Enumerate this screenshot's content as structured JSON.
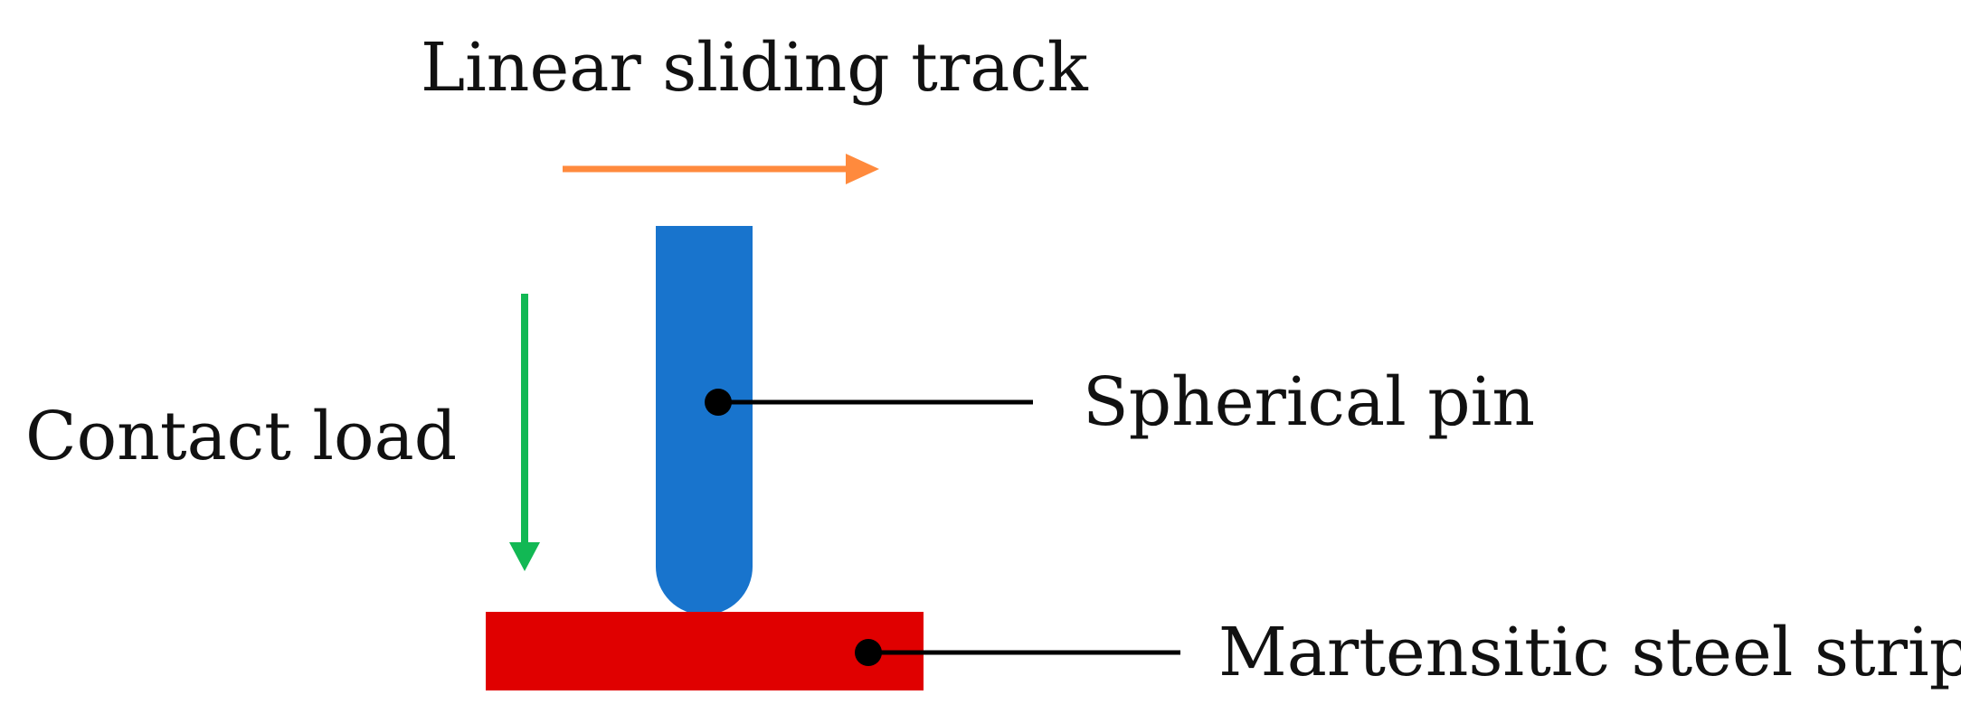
{
  "labels": {
    "sliding_track": "Linear sliding track",
    "contact_load": "Contact load",
    "spherical_pin": "Spherical pin",
    "steel_strip": "Martensitic steel strip"
  },
  "colors": {
    "sliding_arrow": "#FF8A3D",
    "load_arrow": "#12B854",
    "pin": "#1874CD",
    "strip": "#E00000",
    "leader_line": "#000000",
    "text": "#111111"
  }
}
